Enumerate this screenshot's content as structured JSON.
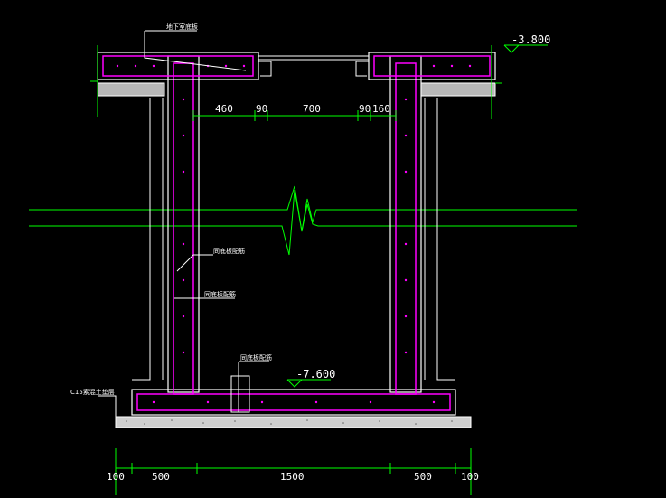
{
  "drawing": {
    "colors": {
      "background": "#000000",
      "concrete": "#ffffff",
      "rebar": "#ff00ff",
      "dimension": "#00ff00",
      "slab_fill": "#b8b8b8"
    },
    "elevations": {
      "top": "-3.800",
      "bottom": "-7.600"
    },
    "notes": {
      "roof_slab": "地下室底板",
      "wall_rebar_1": "同底板配筋",
      "wall_rebar_2": "同底板配筋",
      "base_rebar": "同底板配筋",
      "cushion": "C15素混土垫层"
    },
    "top_dimensions": [
      "460",
      "90",
      "700",
      "90",
      "160"
    ],
    "bottom_dimensions": [
      "100",
      "500",
      "1500",
      "500",
      "100"
    ]
  }
}
